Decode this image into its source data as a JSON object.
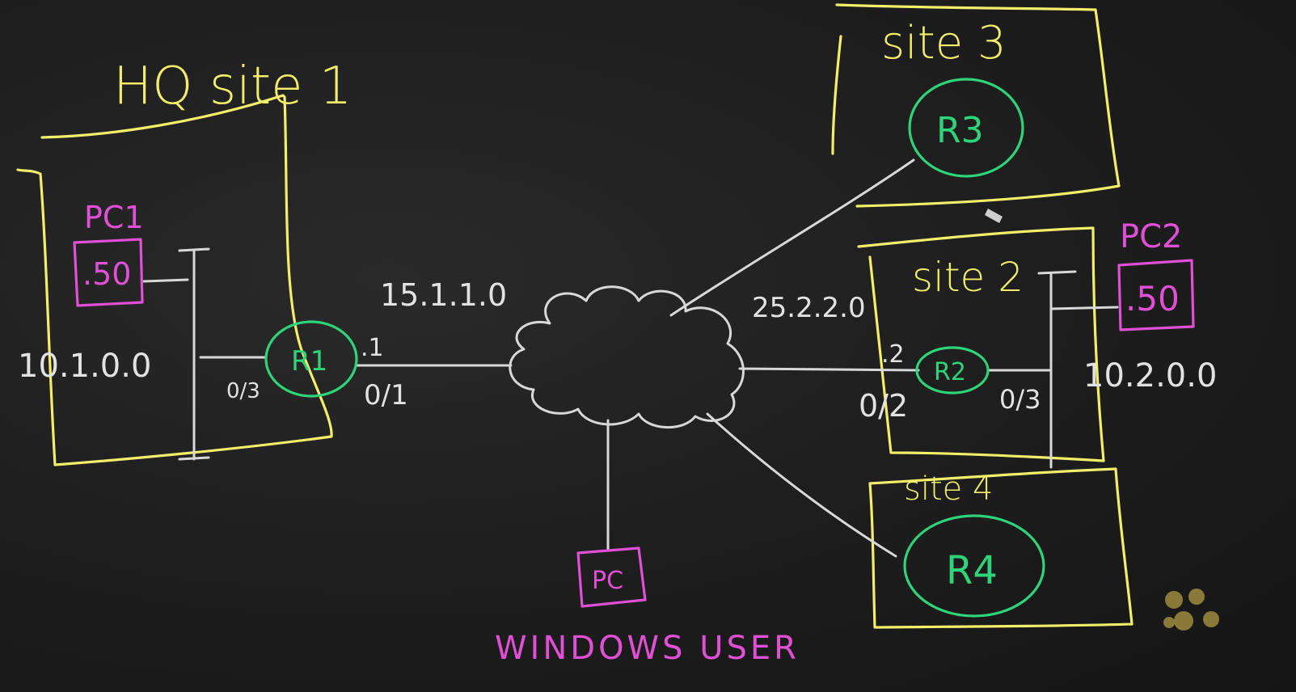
{
  "sites": {
    "hq": {
      "label": "HQ site 1"
    },
    "site2": {
      "label": "site 2"
    },
    "site3": {
      "label": "site 3"
    },
    "site4": {
      "label": "site 4"
    }
  },
  "routers": {
    "r1": "R1",
    "r2": "R2",
    "r3": "R3",
    "r4": "R4"
  },
  "pcs": {
    "pc1": {
      "label": "PC1",
      "addr": ".50"
    },
    "pc2": {
      "label": "PC2",
      "addr": ".50"
    },
    "windows_pc": {
      "label": "PC",
      "caption": "WINDOWS USER"
    }
  },
  "networks": {
    "lan_hq": "10.1.0.0",
    "wan_r1": "15.1.1.0",
    "wan_r2": "25.2.2.0",
    "lan_site2": "10.2.0.0"
  },
  "interfaces": {
    "r1_lan": "0/3",
    "r1_wan": "0/1",
    "r1_wan_host": ".1",
    "r2_wan": "0/2",
    "r2_wan_host": ".2",
    "r2_lan": "0/3"
  },
  "colors": {
    "board": "#1c1c1c",
    "site_border": "#f2ee6a",
    "router": "#2fd37a",
    "pc": "#e04fd6",
    "link": "#d8d8d8"
  }
}
